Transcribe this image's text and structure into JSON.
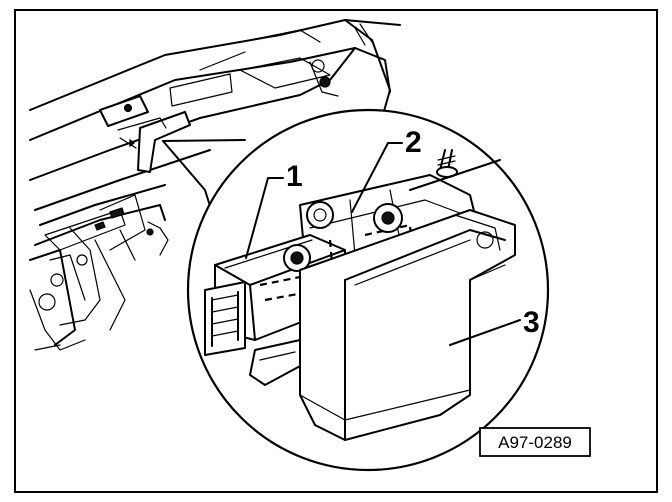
{
  "figure": {
    "reference_id": "A97-0289",
    "callouts": [
      {
        "number": "1"
      },
      {
        "number": "2"
      },
      {
        "number": "3"
      }
    ]
  }
}
